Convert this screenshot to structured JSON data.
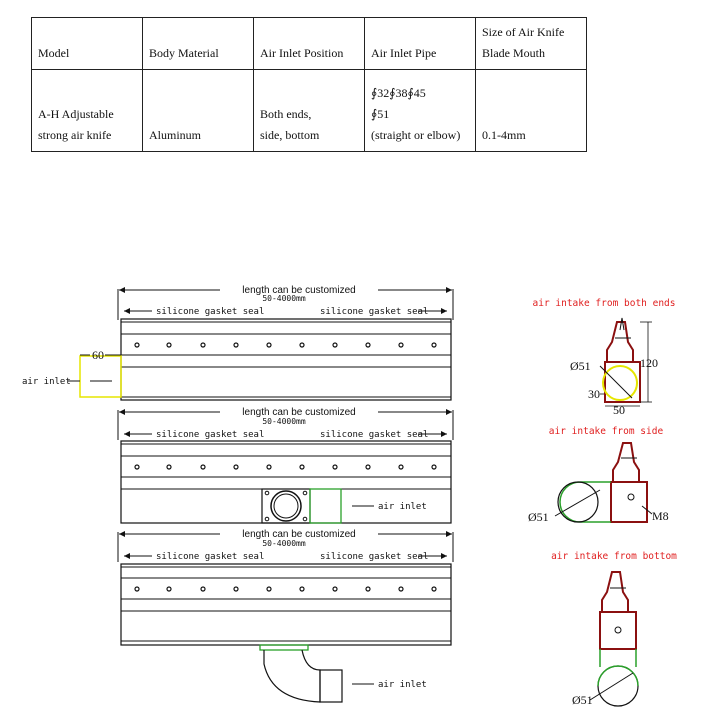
{
  "table": {
    "headers": [
      "Model",
      "Body Material",
      "Air Inlet Position",
      "Air Inlet Pipe",
      "Size of Air Knife Blade Mouth"
    ],
    "header_lines": [
      [
        "Model"
      ],
      [
        "Body Material"
      ],
      [
        "Air Inlet Position"
      ],
      [
        "Air Inlet Pipe"
      ],
      [
        "Size of Air Knife",
        "Blade Mouth"
      ]
    ],
    "row": [
      [
        "A-H Adjustable",
        "strong air knife"
      ],
      [
        "Aluminum"
      ],
      [
        "Both ends,",
        "side, bottom"
      ],
      [
        "∮32∮38∮45",
        "∮51",
        "(straight or elbow)"
      ],
      [
        "0.1-4mm"
      ]
    ]
  },
  "drawings": {
    "length_label": "length can be customized",
    "length_range": "50-4000mm",
    "gasket_label": "silicone gasket seal",
    "air_inlet_label": "air inlet",
    "end_inlet_dim": "60",
    "views": [
      {
        "title": "air intake from both ends",
        "dims": {
          "diameter": "Ø51",
          "height": "120",
          "offset": "30",
          "width": "50"
        }
      },
      {
        "title": "air intake from side",
        "dims": {
          "diameter": "Ø51",
          "thread": "M8"
        }
      },
      {
        "title": "air intake from bottom",
        "dims": {
          "diameter": "Ø51"
        }
      }
    ]
  },
  "colors": {
    "accent_red": "#e02020",
    "yellow": "#e6e600",
    "green": "#2aa02a",
    "dark_red": "#8b1010"
  }
}
